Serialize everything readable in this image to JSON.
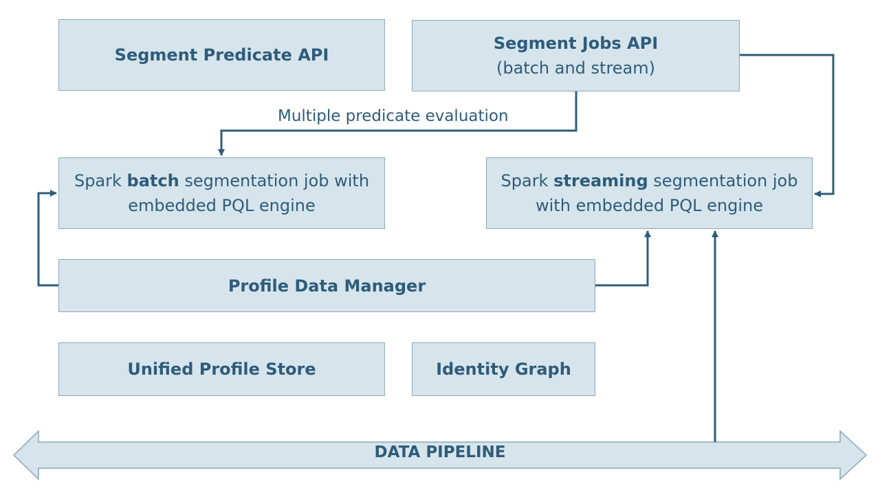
{
  "diagram": {
    "boxes": {
      "segment_predicate_api": {
        "title": "Segment Predicate API"
      },
      "segment_jobs_api": {
        "title": "Segment Jobs API",
        "subtitle": "(batch and stream)"
      },
      "spark_batch": {
        "line1_pre": "Spark ",
        "line1_bold": "batch",
        "line1_post": " segmentation job with",
        "line2": "embedded PQL engine"
      },
      "spark_streaming": {
        "line1_pre": "Spark ",
        "line1_bold": "streaming",
        "line1_post": " segmentation job",
        "line2": "with embedded PQL engine"
      },
      "profile_data_manager": {
        "title": "Profile Data Manager"
      },
      "unified_profile_store": {
        "title": "Unified Profile Store"
      },
      "identity_graph": {
        "title": "Identity Graph"
      }
    },
    "edge_labels": {
      "multiple_predicate_evaluation": "Multiple predicate evaluation"
    },
    "data_pipeline": {
      "label": "DATA PIPELINE"
    },
    "colors": {
      "box_fill": "#d6e4ec",
      "box_border": "#8aa7b8",
      "text": "#2e5c7a",
      "arrow": "#2e5c7a"
    }
  }
}
